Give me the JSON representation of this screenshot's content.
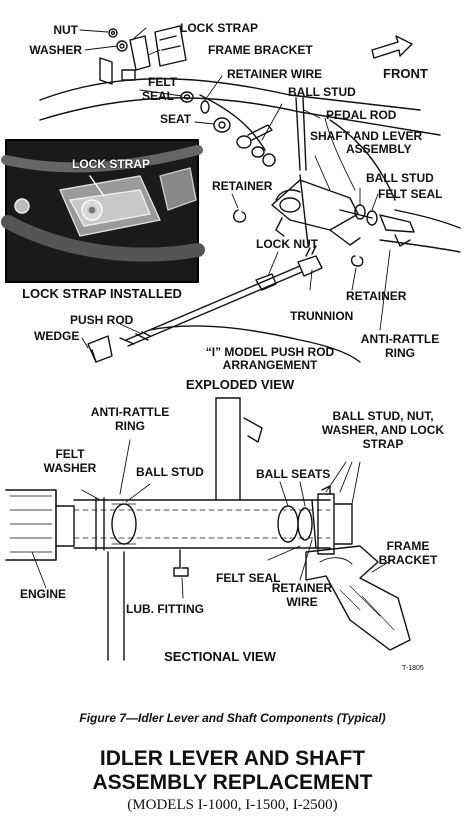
{
  "labels": {
    "nut": "NUT",
    "washer": "WASHER",
    "lock_strap": "LOCK STRAP",
    "frame_bracket": "FRAME BRACKET",
    "front": "FRONT",
    "felt_seal_1": "FELT",
    "felt_seal_2": "SEAL",
    "retainer_wire": "RETAINER WIRE",
    "ball_stud_1": "BALL STUD",
    "pedal_rod": "PEDAL ROD",
    "seat": "SEAT",
    "shaft_lever_1": "SHAFT AND LEVER",
    "shaft_lever_2": "ASSEMBLY",
    "inset_lock_strap": "LOCK STRAP",
    "lock_strap_installed": "LOCK STRAP INSTALLED",
    "retainer_1": "RETAINER",
    "ball_stud_2": "BALL STUD",
    "felt_seal_3": "FELT SEAL",
    "lock_nut": "LOCK NUT",
    "retainer_2": "RETAINER",
    "trunnion": "TRUNNION",
    "push_rod": "PUSH ROD",
    "wedge": "WEDGE",
    "anti_rattle_ring_1a": "ANTI-RATTLE",
    "anti_rattle_ring_1b": "RING",
    "i_model_1": "“I” MODEL PUSH ROD",
    "i_model_2": "ARRANGEMENT",
    "exploded_view": "EXPLODED VIEW",
    "anti_rattle_ring_2a": "ANTI-RATTLE",
    "anti_rattle_ring_2b": "RING",
    "ball_stud_nut_1": "BALL STUD, NUT,",
    "ball_stud_nut_2": "WASHER, AND LOCK",
    "ball_stud_nut_3": "STRAP",
    "felt_washer_1": "FELT",
    "felt_washer_2": "WASHER",
    "ball_stud_3": "BALL STUD",
    "ball_seats": "BALL SEATS",
    "frame_bracket_2a": "FRAME",
    "frame_bracket_2b": "BRACKET",
    "engine": "ENGINE",
    "felt_seal_4": "FELT SEAL",
    "lub_fitting": "LUB. FITTING",
    "retainer_wire_2a": "RETAINER",
    "retainer_wire_2b": "WIRE",
    "sectional_view": "SECTIONAL VIEW",
    "ref_code": "T-1805"
  },
  "caption": "Figure 7—Idler Lever and Shaft Components (Typical)",
  "title_line1": "IDLER LEVER AND SHAFT",
  "title_line2": "ASSEMBLY REPLACEMENT",
  "subtitle": "(MODELS I-1000, I-1500, I-2500)"
}
